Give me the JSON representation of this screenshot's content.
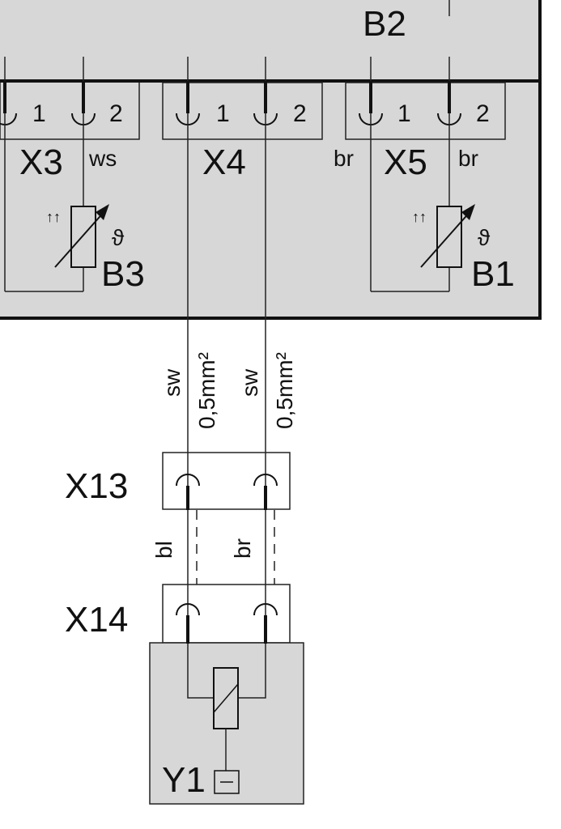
{
  "modules": {
    "b2": "B2",
    "b3": "B3",
    "b1": "B1",
    "y1": "Y1"
  },
  "connectors": {
    "x3": "X3",
    "x4": "X4",
    "x5": "X5",
    "x13": "X13",
    "x14": "X14"
  },
  "pins": {
    "p1": "1",
    "p2": "2"
  },
  "wire_colors": {
    "ws": "ws",
    "br": "br",
    "sw": "sw",
    "bl": "bl"
  },
  "wire_gauge": "0,5mm²",
  "symbols": {
    "theta": "ϑ",
    "arrows": "↑↑"
  },
  "colors": {
    "module_fill": "#d7d7d7",
    "line": "#111111"
  }
}
